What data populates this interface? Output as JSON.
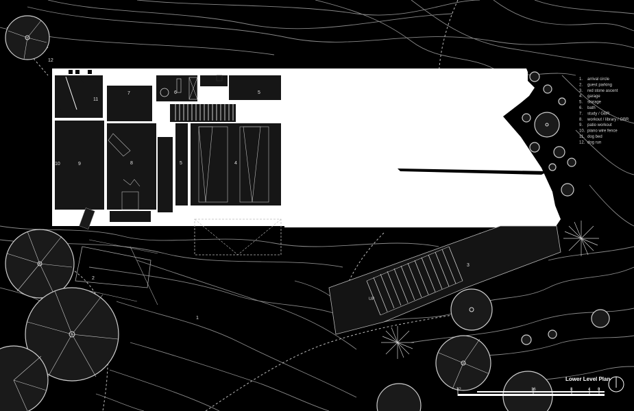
{
  "legend": [
    {
      "num": "1.",
      "text": "arrival circle"
    },
    {
      "num": "2.",
      "text": "guest parking"
    },
    {
      "num": "3.",
      "text": "red stone ascent"
    },
    {
      "num": "4.",
      "text": "garage"
    },
    {
      "num": "5.",
      "text": "storage"
    },
    {
      "num": "6.",
      "text": "bath"
    },
    {
      "num": "7.",
      "text": "study / GBR"
    },
    {
      "num": "8.",
      "text": "workout / library / GBR"
    },
    {
      "num": "9.",
      "text": "patio workout"
    },
    {
      "num": "10.",
      "text": "piano wire fence"
    },
    {
      "num": "11.",
      "text": "dog bed"
    },
    {
      "num": "12.",
      "text": "dog run"
    }
  ],
  "plan_title": "Lower Level Plan",
  "scale_labels": [
    "32",
    "16",
    "8",
    "4",
    "0"
  ],
  "room_numbers": {
    "r1": "1",
    "r2": "2",
    "r3": "3",
    "r4": "4",
    "r5a": "5",
    "r5b": "5",
    "r6": "6",
    "r7": "7",
    "r8": "8",
    "r9": "9",
    "r10": "10",
    "r11": "11",
    "r12": "12"
  },
  "stair_label": "UP",
  "north_icon": "north-arrow-icon"
}
